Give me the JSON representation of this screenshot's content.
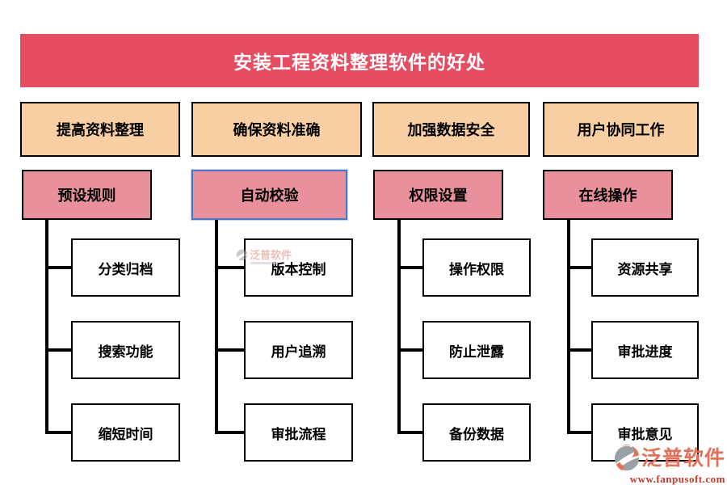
{
  "title": "安装工程资料整理软件的好处",
  "columns": [
    {
      "header": "提高资料整理",
      "sub": "预设规则",
      "selected": false,
      "items": [
        "分类归档",
        "搜索功能",
        "缩短时间"
      ]
    },
    {
      "header": "确保资料准确",
      "sub": "自动校验",
      "selected": true,
      "items": [
        "版本控制",
        "用户追溯",
        "审批流程"
      ]
    },
    {
      "header": "加强数据安全",
      "sub": "权限设置",
      "selected": false,
      "items": [
        "操作权限",
        "防止泄露",
        "备份数据"
      ]
    },
    {
      "header": "用户协同工作",
      "sub": "在线操作",
      "selected": false,
      "items": [
        "资源共享",
        "审批进度",
        "审批意见"
      ]
    }
  ],
  "watermark": {
    "text": "泛普软件"
  },
  "branding": {
    "name": "泛普软件",
    "website": "www.fanpusoft.com"
  },
  "colors": {
    "banner": "#e64d62",
    "header_fill": "#f8cfa2",
    "sub_fill": "#e8909c",
    "selected_border": "#4d75c5",
    "line": "#000000",
    "logo_text": "#e4705a",
    "url_text": "#c5392c"
  }
}
